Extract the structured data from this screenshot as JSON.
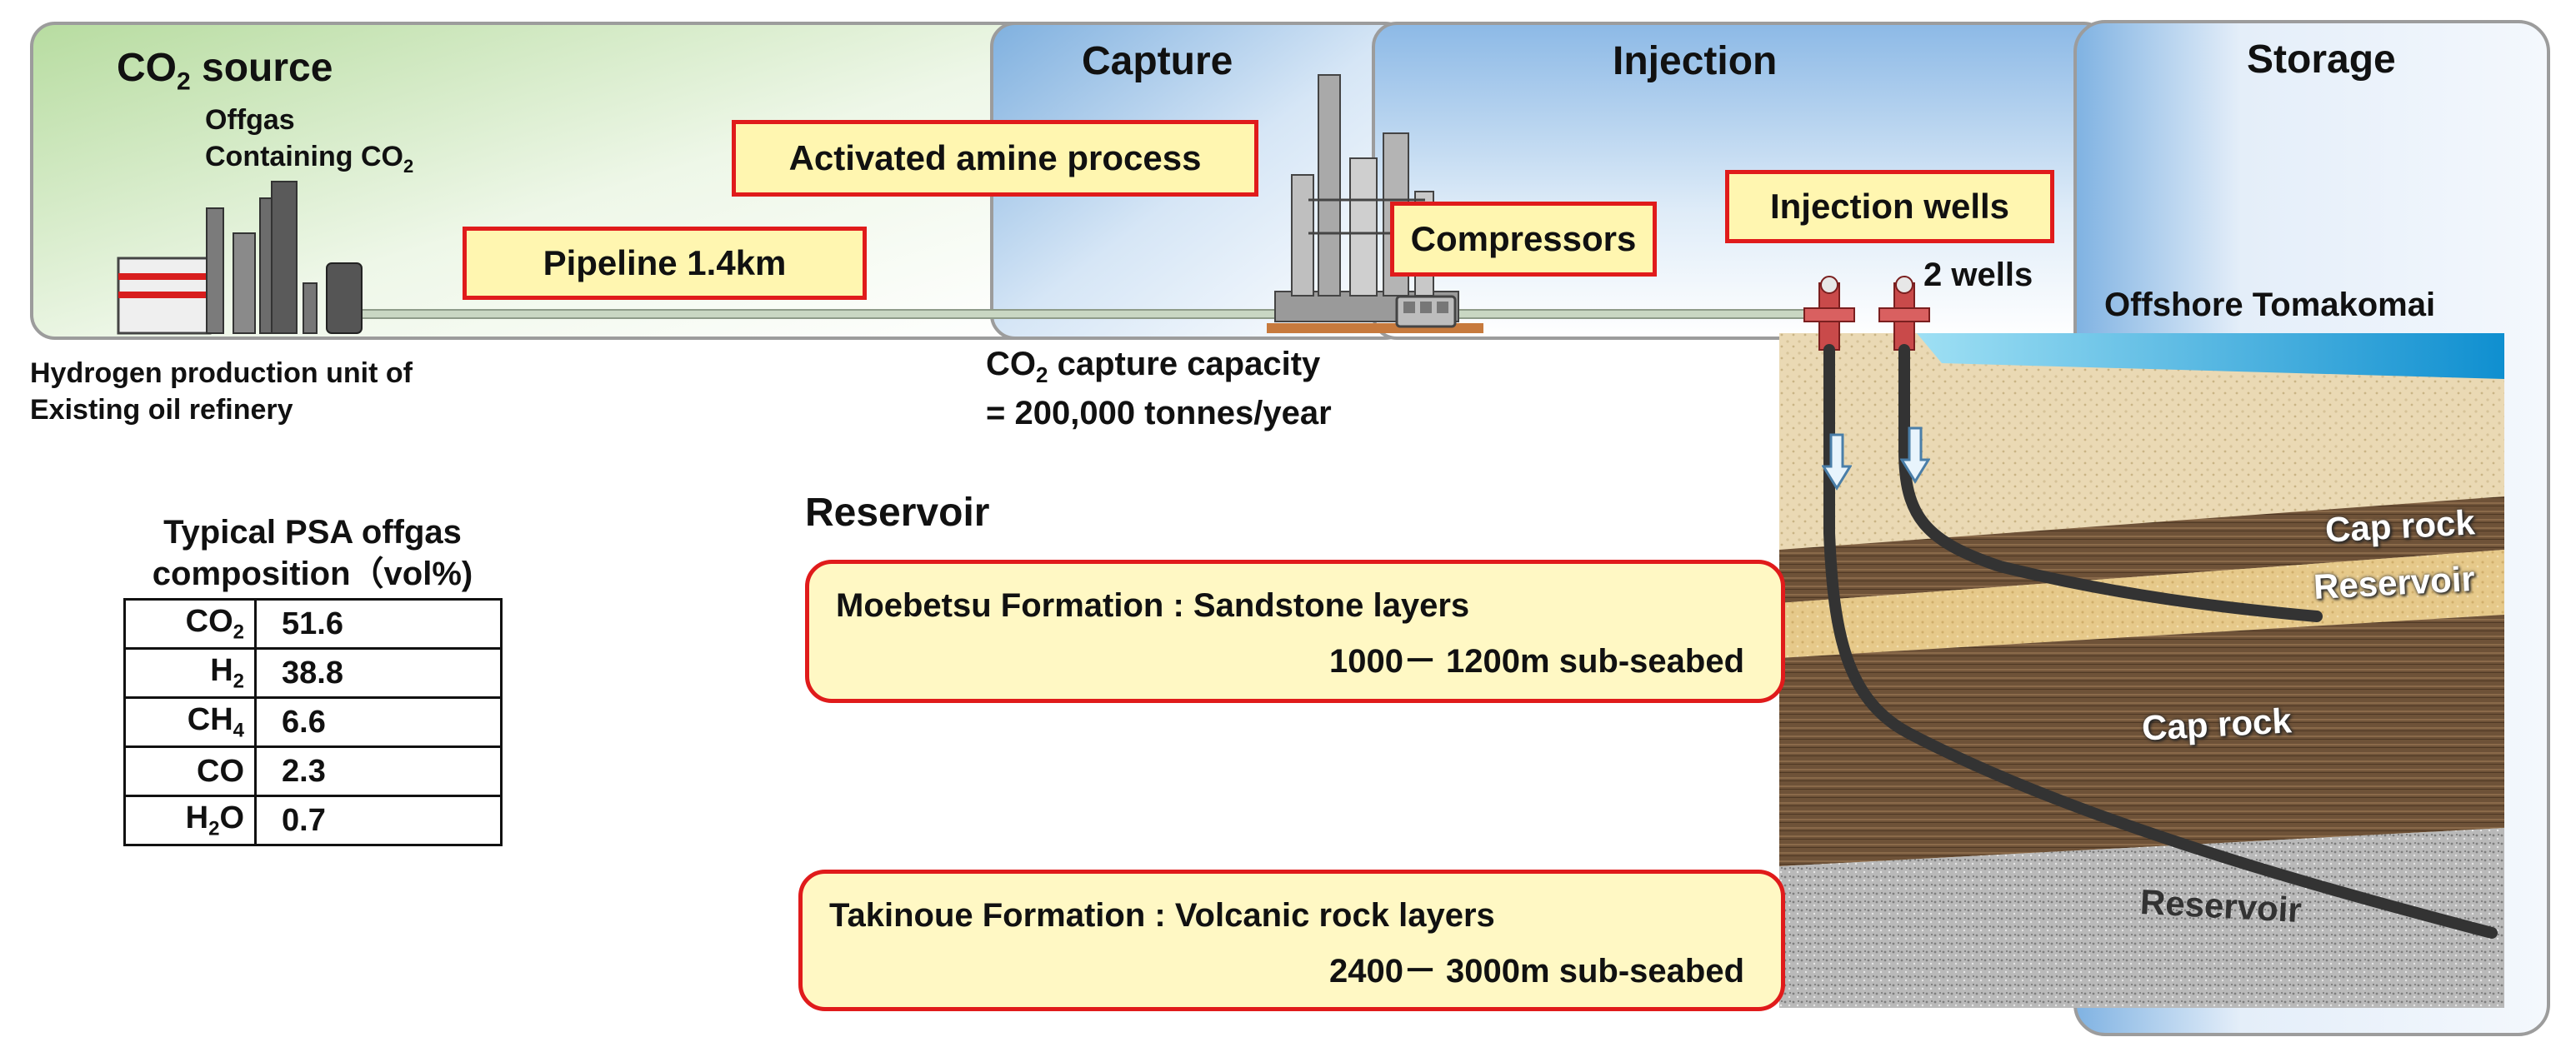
{
  "stages": {
    "source": {
      "title": "CO",
      "sub": "2",
      "title_rest": " source",
      "offgas_line1": "Offgas",
      "offgas_line2": "Containing CO",
      "offgas_sub": "2"
    },
    "capture": {
      "title": "Capture"
    },
    "injection": {
      "title": "Injection"
    },
    "storage": {
      "title": "Storage"
    }
  },
  "process_labels": {
    "pipeline": "Pipeline 1.4km",
    "amine": "Activated amine process",
    "compressors": "Compressors",
    "injection_wells": "Injection wells",
    "wells_count": "2 wells",
    "offshore": "Offshore Tomakomai"
  },
  "source_caption": {
    "line1": "Hydrogen production unit of",
    "line2": "Existing oil refinery"
  },
  "capture_capacity": {
    "line1_a": "CO",
    "line1_sub": "2",
    "line1_b": " capture capacity",
    "line2": "= 200,000 tonnes/year"
  },
  "psa_table": {
    "title_line1": "Typical PSA offgas",
    "title_line2": "composition（vol%)",
    "rows": [
      {
        "gas": "CO",
        "sub": "2",
        "value": "51.6"
      },
      {
        "gas": "H",
        "sub": "2",
        "value": "38.8"
      },
      {
        "gas": "CH",
        "sub": "4",
        "value": "6.6"
      },
      {
        "gas": "CO",
        "sub": "",
        "value": "2.3"
      },
      {
        "gas": "H",
        "sub": "2",
        "gas_tail": "O",
        "value": "0.7"
      }
    ]
  },
  "reservoir": {
    "heading": "Reservoir",
    "moebetsu": {
      "line1": "Moebetsu Formation : Sandstone layers",
      "line2": "1000－ 1200m sub-seabed"
    },
    "takinoue": {
      "line1": "Takinoue Formation : Volcanic rock layers",
      "line2": "2400－ 3000m sub-seabed"
    }
  },
  "geology_labels": {
    "cap_rock_upper": "Cap rock",
    "reservoir_upper": "Reservoir",
    "cap_rock_lower": "Cap rock",
    "reservoir_lower": "Reservoir"
  },
  "colors": {
    "highlight_border": "#e01b1b",
    "highlight_fill": "#fff6b0",
    "sea": "#1aa7d8"
  },
  "icons": [
    "refinery-icon",
    "capture-plant-icon",
    "compressor-icon",
    "wellhead-icon",
    "down-arrow-icon"
  ]
}
